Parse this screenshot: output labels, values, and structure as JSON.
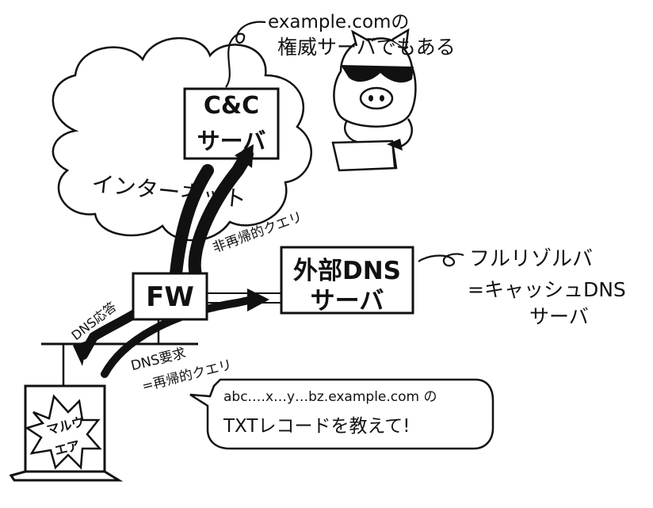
{
  "annotations": {
    "authority_line1": "example.comの",
    "authority_line2": "権威サーバでもある",
    "internet": "インターネット",
    "nonrecursive_query": "非再帰的クエリ",
    "full_resolver": "フルリゾルバ",
    "cache_dns_line1": "=キャッシュDNS",
    "cache_dns_line2": "サーバ",
    "dns_response": "DNS応答",
    "dns_request_line1": "DNS要求",
    "dns_request_line2": "=再帰的クエリ"
  },
  "nodes": {
    "cnc_line1": "C&C",
    "cnc_line2": "サーバ",
    "fw": "FW",
    "external_dns_line1": "外部DNS",
    "external_dns_line2": "サーバ",
    "malware_line1": "マルウ",
    "malware_line2": "エア"
  },
  "speech_bubble": {
    "line1": "abc.…x…y…bz.example.com の",
    "line2": "TXTレコードを教えて!"
  },
  "icons": [
    "pig-hacker-icon",
    "laptop-icon",
    "cloud-icon",
    "malware-burst-icon"
  ],
  "colors": {
    "ink": "#111111",
    "background": "#ffffff"
  }
}
